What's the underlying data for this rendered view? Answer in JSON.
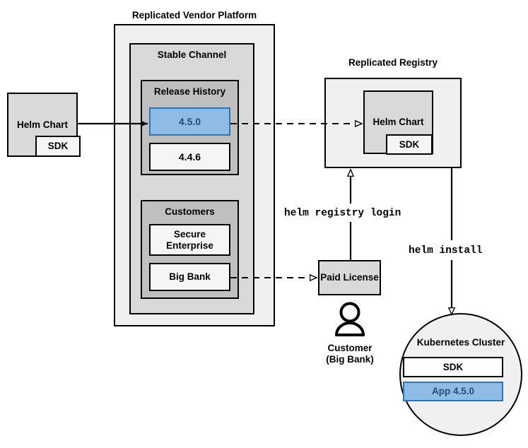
{
  "diagram": {
    "title_vendor_platform": "Replicated Vendor Platform",
    "title_registry": "Replicated Registry",
    "helm_chart_source": {
      "label": "Helm Chart",
      "sdk_label": "SDK"
    },
    "vendor_platform": {
      "channel_label": "Stable Channel",
      "release_history": {
        "label": "Release History",
        "versions": [
          {
            "version": "4.5.0",
            "highlighted": true
          },
          {
            "version": "4.4.6",
            "highlighted": false
          }
        ]
      },
      "customers": {
        "label": "Customers",
        "items": [
          {
            "name": "Secure Enterprise"
          },
          {
            "name": "Big Bank"
          }
        ]
      }
    },
    "registry": {
      "helm_chart_label": "Helm Chart",
      "sdk_label": "SDK"
    },
    "paid_license": {
      "label": "Paid License"
    },
    "customer_actor": {
      "line1": "Customer",
      "line2": "(Big Bank)",
      "icon": "person-icon"
    },
    "commands": {
      "registry_login": "helm registry login",
      "install": "helm install"
    },
    "kubernetes_cluster": {
      "label": "Kubernetes Cluster",
      "components": [
        {
          "name": "SDK",
          "highlighted": false
        },
        {
          "name": "App 4.5.0",
          "highlighted": true
        }
      ]
    },
    "colors": {
      "accent_blue_fill": "#8fbce4",
      "accent_blue_border": "#2b74b5",
      "accent_blue_text": "#1f4e79",
      "outer_fill": "#f0f0f0",
      "mid_fill": "#d9d9d9",
      "inner_fill": "#bfbfbf",
      "box_fill": "#f5f5f5",
      "stroke": "#000000"
    }
  }
}
